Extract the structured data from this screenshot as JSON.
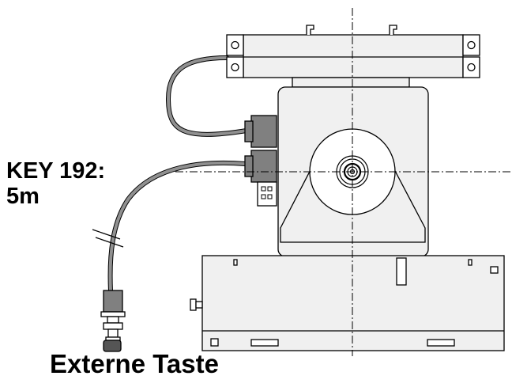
{
  "labels": {
    "key_line1": "KEY 192:",
    "key_line2": "5m",
    "bottom": "Externe Taste"
  },
  "colors": {
    "stroke": "#000000",
    "body_fill": "#f0f0f0",
    "cable": "#909090",
    "connector": "#808080",
    "background": "#ffffff"
  }
}
